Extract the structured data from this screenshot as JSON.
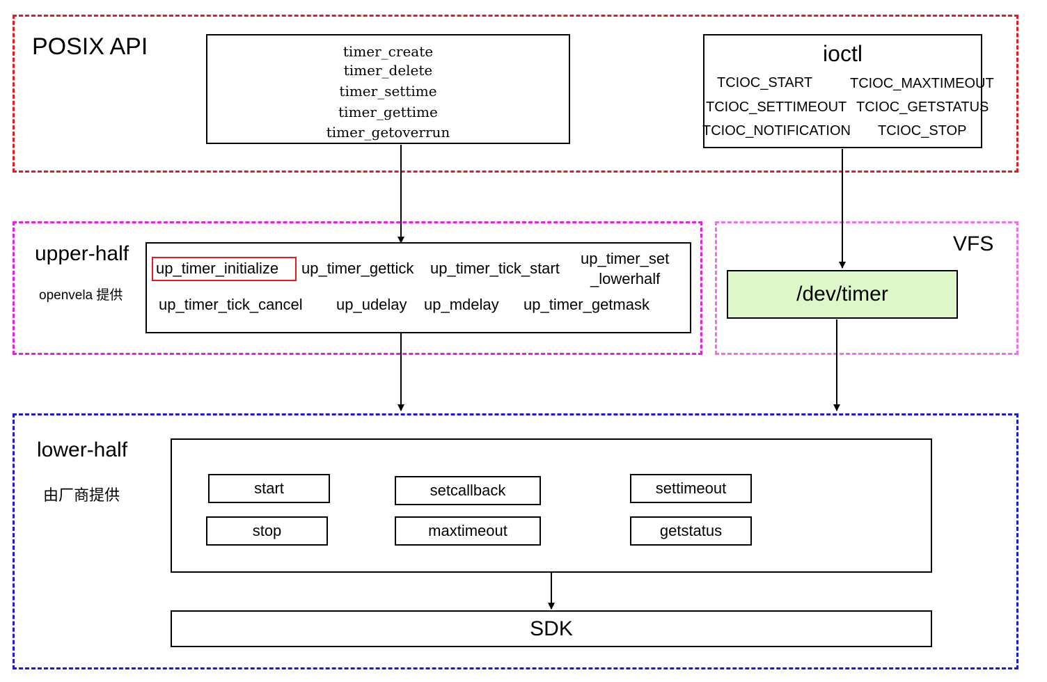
{
  "posix": {
    "title": "POSIX API",
    "functions": [
      "timer_create",
      "timer_delete",
      "timer_settime",
      "timer_gettime",
      "timer_getoverrun"
    ]
  },
  "ioctl": {
    "title": "ioctl",
    "commands": [
      "TCIOC_START",
      "TCIOC_MAXTIMEOUT",
      "TCIOC_SETTIMEOUT",
      "TCIOC_GETSTATUS",
      "TCIOC_NOTIFICATION",
      "TCIOC_STOP"
    ]
  },
  "upper_half": {
    "title": "upper-half",
    "subtitle": "openvela 提供",
    "functions": {
      "initialize": "up_timer_initialize",
      "gettick": "up_timer_gettick",
      "tick_start": "up_timer_tick_start",
      "set_line1": "up_timer_set",
      "set_line2": "_lowerhalf",
      "tick_cancel": "up_timer_tick_cancel",
      "udelay": "up_udelay",
      "mdelay": "up_mdelay",
      "getmask": "up_timer_getmask"
    }
  },
  "vfs": {
    "title": "VFS",
    "device": "/dev/timer"
  },
  "lower_half": {
    "title": "lower-half",
    "subtitle": "由厂商提供",
    "ops": [
      "start",
      "setcallback",
      "settimeout",
      "stop",
      "maxtimeout",
      "getstatus"
    ],
    "sdk": "SDK"
  },
  "colors": {
    "posix_border": "#e8191c",
    "upper_border": "#e81ee8",
    "vfs_border": "#f06cf0",
    "lower_border": "#1a1ad8",
    "highlight_border": "#e8191c",
    "device_fill": "#ddf7c9"
  }
}
